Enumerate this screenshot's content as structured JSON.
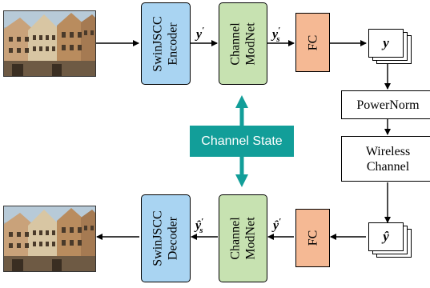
{
  "blocks": {
    "swin_encoder": [
      "SwinJSCC",
      "Encoder"
    ],
    "channel_modnet_top": [
      "Channel",
      "ModNet"
    ],
    "fc_top": "FC",
    "power_norm": "PowerNorm",
    "wireless_channel": [
      "Wireless",
      "Channel"
    ],
    "fc_bottom": "FC",
    "channel_modnet_bottom": [
      "Channel",
      "ModNet"
    ],
    "swin_decoder": [
      "SwinJSCC",
      "Decoder"
    ],
    "channel_state": "Channel State"
  },
  "symbols": {
    "y_prime": "y",
    "y_prime_mark": "′",
    "y_s_prime": "y",
    "y_s_prime_sub": "s",
    "y_s_prime_mark": "′",
    "y": "y",
    "y_hat": "ŷ",
    "y_hat_prime": "ŷ",
    "y_hat_prime_mark": "′",
    "y_hat_s_prime": "ŷ",
    "y_hat_s_prime_sub": "s",
    "y_hat_s_prime_mark": "′"
  },
  "colors": {
    "encoder_decoder": "#a9d4f2",
    "modnet": "#c7e2b1",
    "fc": "#f5b994",
    "channel_state": "#129e99"
  },
  "icons": {
    "input_image": "town-photo-thumbnail",
    "output_image": "town-photo-thumbnail"
  }
}
